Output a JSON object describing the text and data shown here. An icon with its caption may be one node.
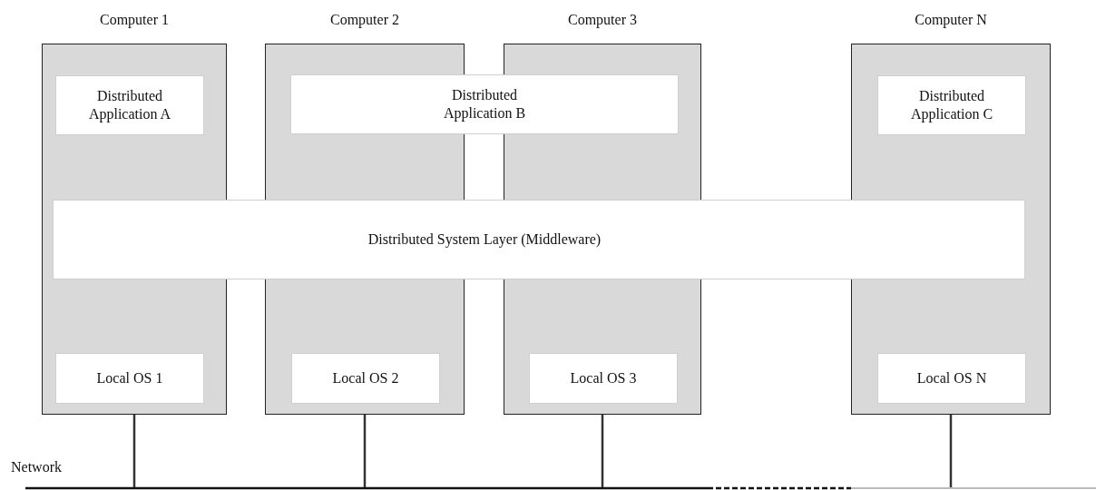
{
  "diagram": {
    "nodes": [
      {
        "text": [
          "Computer 1"
        ]
      },
      {
        "text": [
          "Distributed Application A"
        ],
        "in": 0
      },
      {
        "text": [
          "Computer 2"
        ]
      },
      {
        "text": [
          "Distributed Application B"
        ]
      },
      {
        "text": [
          "Computer 3"
        ]
      },
      {
        "text": [
          "Computer N"
        ]
      },
      {
        "text": [
          "Distributed Application C"
        ],
        "in": 5
      },
      {
        "text": [
          "Distributed System Layer (Middleware)"
        ]
      },
      {
        "text": [
          "Local OS 1"
        ],
        "in": 0
      },
      {
        "text": [
          "Local OS 2"
        ],
        "in": 2
      },
      {
        "text": [
          "Local OS 3"
        ],
        "in": 4
      },
      {
        "text": [
          "Local OS N"
        ],
        "in": 5
      },
      {
        "text": [],
        "shape": "bar",
        "beside": [
          "Network"
        ]
      }
    ],
    "edges": [
      {
        "from": 0,
        "to": 12,
        "arrow": "none"
      },
      {
        "from": 2,
        "to": 12,
        "arrow": "none"
      },
      {
        "from": 4,
        "to": 12,
        "arrow": "none"
      },
      {
        "from": 5,
        "to": 12,
        "arrow": "none"
      }
    ]
  }
}
